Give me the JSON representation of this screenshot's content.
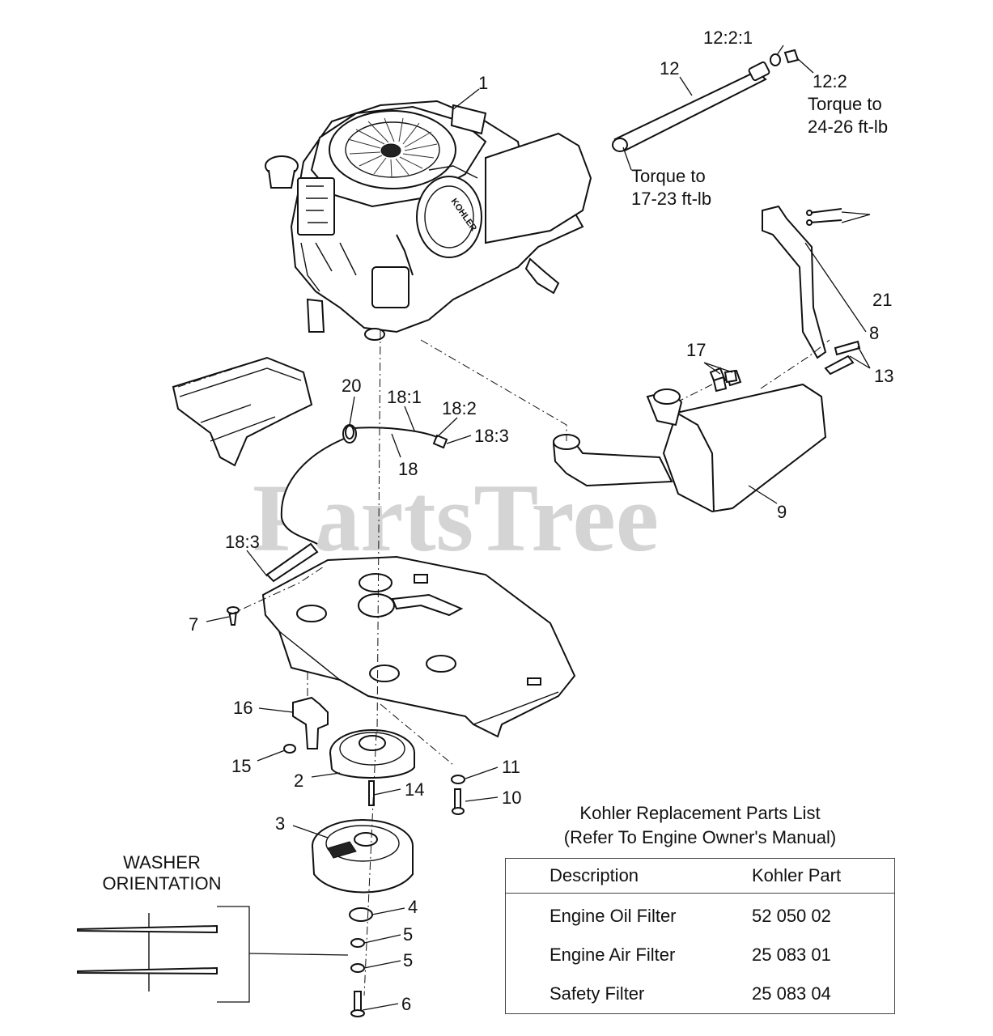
{
  "callouts": {
    "c1": "1",
    "c2": "2",
    "c3": "3",
    "c4": "4",
    "c5a": "5",
    "c5b": "5",
    "c6": "6",
    "c7": "7",
    "c8": "8",
    "c9": "9",
    "c10": "10",
    "c11": "11",
    "c12": "12",
    "c12_2_1": "12:2:1",
    "c12_2": "12:2",
    "c13": "13",
    "c14": "14",
    "c15": "15",
    "c16": "16",
    "c17": "17",
    "c18": "18",
    "c18_1": "18:1",
    "c18_2": "18:2",
    "c18_3a": "18:3",
    "c18_3b": "18:3",
    "c20": "20",
    "c21": "21"
  },
  "notes": {
    "torque_12_2_line1": "Torque to",
    "torque_12_2_line2": "24-26 ft-lb",
    "torque_12_line1": "Torque to",
    "torque_12_line2": "17-23 ft-lb"
  },
  "engine_brand": "KOHLER",
  "watermark": {
    "text": "PartsTree",
    "trademark": "™"
  },
  "washer_orientation": {
    "line1": "WASHER",
    "line2": "ORIENTATION"
  },
  "parts_list": {
    "title": "Kohler Replacement Parts List\n(Refer To Engine Owner's Manual)",
    "headers": {
      "description": "Description",
      "part": "Kohler Part"
    },
    "rows": [
      {
        "description": "Engine Oil Filter",
        "part": "52 050 02"
      },
      {
        "description": "Engine Air Filter",
        "part": "25 083 01"
      },
      {
        "description": "Safety Filter",
        "part": "25 083 04"
      }
    ]
  }
}
